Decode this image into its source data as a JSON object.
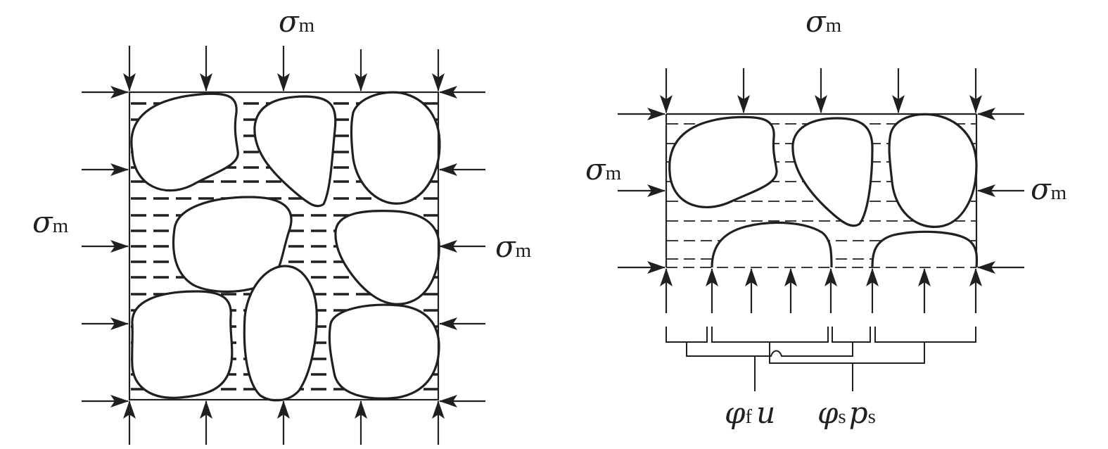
{
  "colors": {
    "ink": "#231f20",
    "background": "#ffffff"
  },
  "labels": {
    "sigma": "σ",
    "sigma_sub": "m",
    "phi": "φ",
    "phi_f_sub": "f",
    "u": "u",
    "phi_s_sub": "s",
    "p": "p",
    "p_sub": "s"
  }
}
